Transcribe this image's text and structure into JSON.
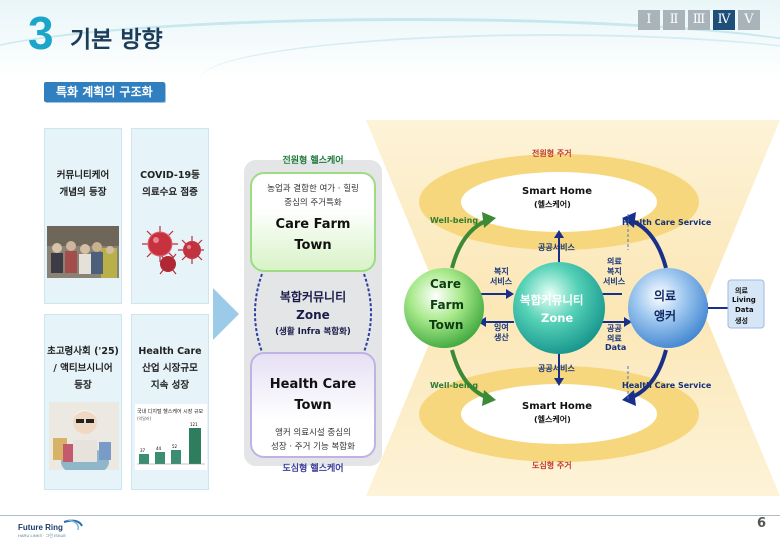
{
  "header": {
    "number": "3",
    "title": "기본 방향",
    "roman": [
      "Ⅰ",
      "Ⅱ",
      "Ⅲ",
      "Ⅳ",
      "Ⅴ"
    ],
    "active_index": 3
  },
  "subtitle": "특화 계획의 구조화",
  "cards": [
    {
      "line1": "커뮤니티케어",
      "line2": "개념의 등장"
    },
    {
      "line1": "COVID-19등",
      "line2": "의료수요 점증"
    },
    {
      "line1": "초고령사회 ('25)",
      "line2": "/ 액티브시니어",
      "line3": "등장"
    },
    {
      "line1": "Health Care",
      "line2": "산업 시장규모",
      "line3": "지속 성장"
    }
  ],
  "mini_chart": {
    "title": "국내 디지털 헬스케어 시장 규모",
    "unit": "(억달러)",
    "values": [
      "37",
      "44",
      "52",
      "121"
    ]
  },
  "column": {
    "top_label": "전원형 헬스케어",
    "bottom_label": "도심형 헬스케어",
    "top_desc1": "농업과 결합한 여가 · 힐링",
    "top_desc2": "중심의 주거특화",
    "top_title1": "Care Farm",
    "top_title2": "Town",
    "mid1": "복합커뮤니티",
    "mid2": "Zone",
    "mid3": "(생활 Infra 복합화)",
    "bot_title1": "Health Care",
    "bot_title2": "Town",
    "bot_desc1": "앵커 의료시설 중심의",
    "bot_desc2": "성장 · 주거 기능 복합화"
  },
  "diagram": {
    "top_label": "전원형 주거",
    "bottom_label": "도심형 주거",
    "smart_top1": "Smart Home",
    "smart_top2": "(헬스케어)",
    "smart_bot1": "Smart Home",
    "smart_bot2": "(헬스케어)",
    "left1": "Care",
    "left2": "Farm",
    "left3": "Town",
    "center1": "복합커뮤니티",
    "center2": "Zone",
    "right1": "의료",
    "right2": "앵커",
    "well_top": "Well-being",
    "well_bot": "Well-being",
    "hcs_top": "Health Care Service",
    "hcs_bot": "Health Care Service",
    "pub_top": "공공서비스",
    "pub_bot": "공공서비스",
    "welfare1": "복지",
    "welfare2": "서비스",
    "surplus1": "잉여",
    "surplus2": "생산",
    "medwel1": "의료",
    "medwel2": "복지",
    "medwel3": "서비스",
    "pubdata1": "공공",
    "pubdata2": "의료",
    "pubdata3": "Data",
    "living1": "의료",
    "living2": "Living",
    "living3": "Data",
    "living4": "생성"
  },
  "footer": {
    "logo_text": "Future Ring",
    "logo_sub": "HARU LINKS · 그린 ISSUE",
    "page": "6"
  }
}
